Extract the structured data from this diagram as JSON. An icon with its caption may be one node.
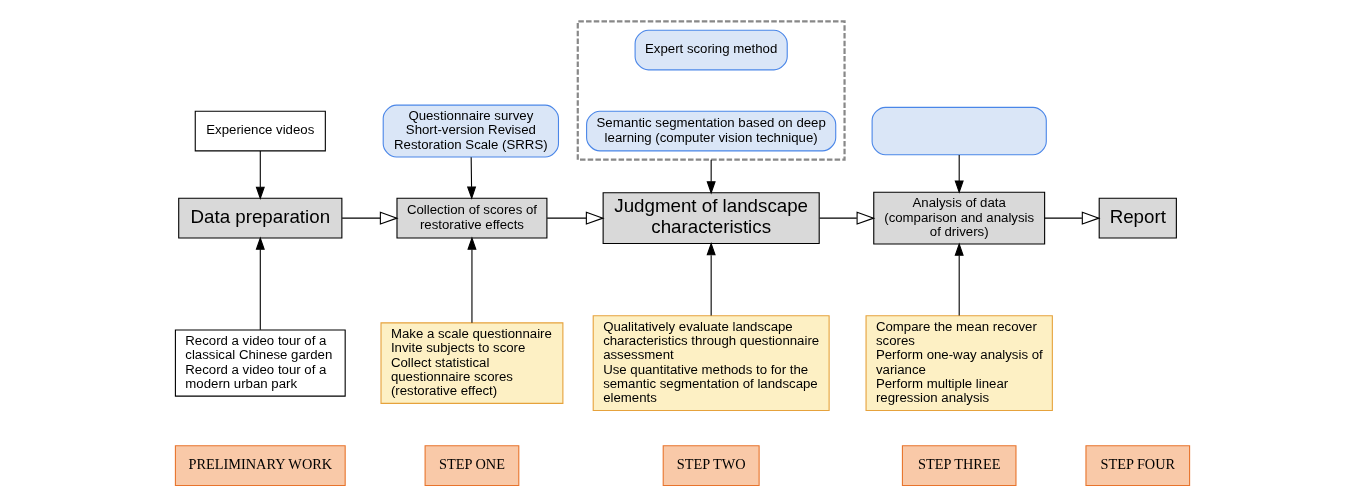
{
  "diagram": {
    "nodes": [
      {
        "text": [
          "Experience videos"
        ]
      },
      {
        "text": [
          "Data preparation"
        ]
      },
      {
        "text": [
          "Record a video tour of a classical Chinese garden",
          "Record a video tour of a modern urban park"
        ]
      },
      {
        "text": [
          "Questionnaire survey",
          "Short-version Revised Restoration Scale (SRRS)"
        ]
      },
      {
        "text": [
          "Collection of scores of restorative effects"
        ]
      },
      {
        "text": [
          "Make a scale questionnaire",
          "Invite subjects to score",
          "Collect statistical questionnaire scores (restorative effect)"
        ]
      },
      {
        "text": [],
        "shape": "box"
      },
      {
        "text": [
          "Expert scoring method"
        ],
        "in": 6
      },
      {
        "text": [
          "Semantic segmentation based on deep learning (computer vision technique)"
        ],
        "in": 6
      },
      {
        "text": [
          "Judgment of landscape characteristics"
        ]
      },
      {
        "text": [
          "Qualitatively evaluate landscape characteristics through questionnaire assessment",
          "Use quantitative methods to for the semantic segmentation of landscape elements"
        ]
      },
      {
        "text": [],
        "shape": "box"
      },
      {
        "text": [
          "Analysis of data (comparison and analysis of drivers)"
        ]
      },
      {
        "text": [
          "Compare the mean recover scores",
          "Perform one-way analysis of variance",
          "Perform multiple linear regression analysis"
        ]
      },
      {
        "text": [
          "Report"
        ]
      },
      {
        "text": [
          "PRELIMINARY WORK"
        ]
      },
      {
        "text": [
          "STEP ONE"
        ]
      },
      {
        "text": [
          "STEP TWO"
        ]
      },
      {
        "text": [
          "STEP THREE"
        ]
      },
      {
        "text": [
          "STEP FOUR"
        ]
      }
    ],
    "edges": [
      {
        "from": 0,
        "to": 1,
        "arrow": "to"
      },
      {
        "from": 2,
        "to": 1,
        "arrow": "to"
      },
      {
        "from": 1,
        "to": 4,
        "arrow": "to"
      },
      {
        "from": 3,
        "to": 4,
        "arrow": "to"
      },
      {
        "from": 5,
        "to": 4,
        "arrow": "to"
      },
      {
        "from": 4,
        "to": 9,
        "arrow": "to"
      },
      {
        "from": 6,
        "to": 9,
        "arrow": "to"
      },
      {
        "from": 10,
        "to": 9,
        "arrow": "to"
      },
      {
        "from": 9,
        "to": 12,
        "arrow": "to"
      },
      {
        "from": 11,
        "to": 12,
        "arrow": "to"
      },
      {
        "from": 13,
        "to": 12,
        "arrow": "to"
      },
      {
        "from": 12,
        "to": 14,
        "arrow": "to"
      }
    ]
  }
}
